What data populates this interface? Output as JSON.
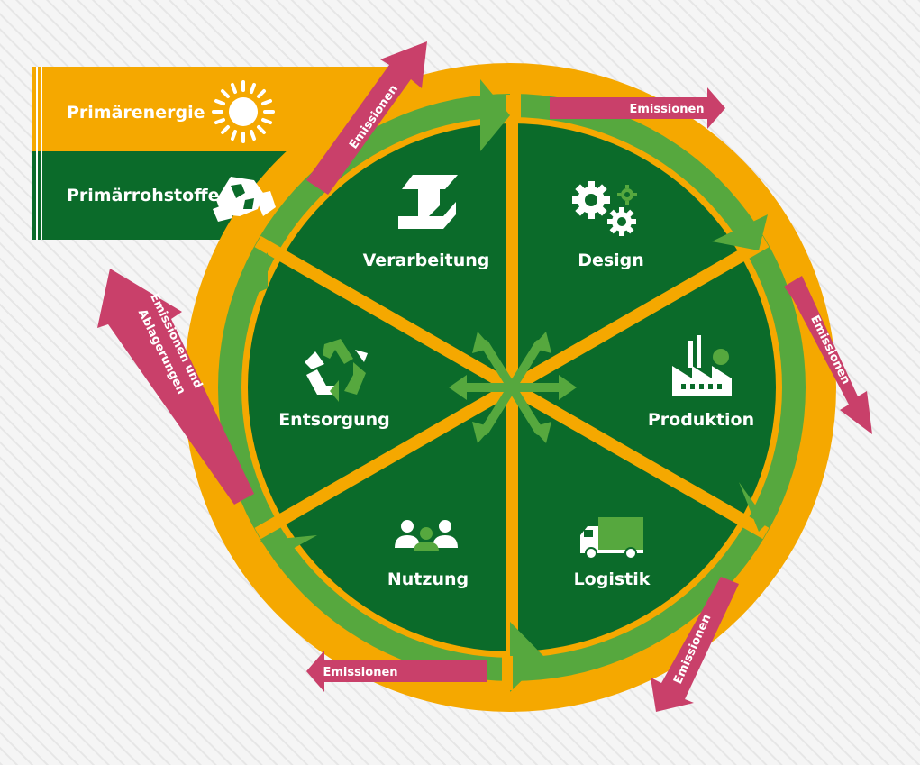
{
  "inputs": {
    "energy_label": "Primärenergie",
    "materials_label": "Primärrohstoffe"
  },
  "segments": {
    "verarbeitung": "Verarbeitung",
    "design": "Design",
    "produktion": "Produktion",
    "logistik": "Logistik",
    "nutzung": "Nutzung",
    "entsorgung": "Entsorgung"
  },
  "emissions": {
    "top_left": "Emissionen",
    "top_right": "Emissionen",
    "right": "Emissionen",
    "bottom_right": "Emissionen",
    "bottom": "Emissionen",
    "left_line1": "Emissionen und",
    "left_line2": "Ablagerungen"
  },
  "colors": {
    "orange": "#f5a800",
    "dark_green": "#0b6b2a",
    "light_green": "#56a83e",
    "magenta": "#c9406a",
    "white": "#ffffff"
  },
  "icons": {
    "energy": "sun-icon",
    "materials": "stones-icon",
    "verarbeitung": "steel-beam-icon",
    "design": "gears-icon",
    "produktion": "factory-icon",
    "logistik": "truck-icon",
    "nutzung": "people-icon",
    "entsorgung": "recycle-icon"
  }
}
